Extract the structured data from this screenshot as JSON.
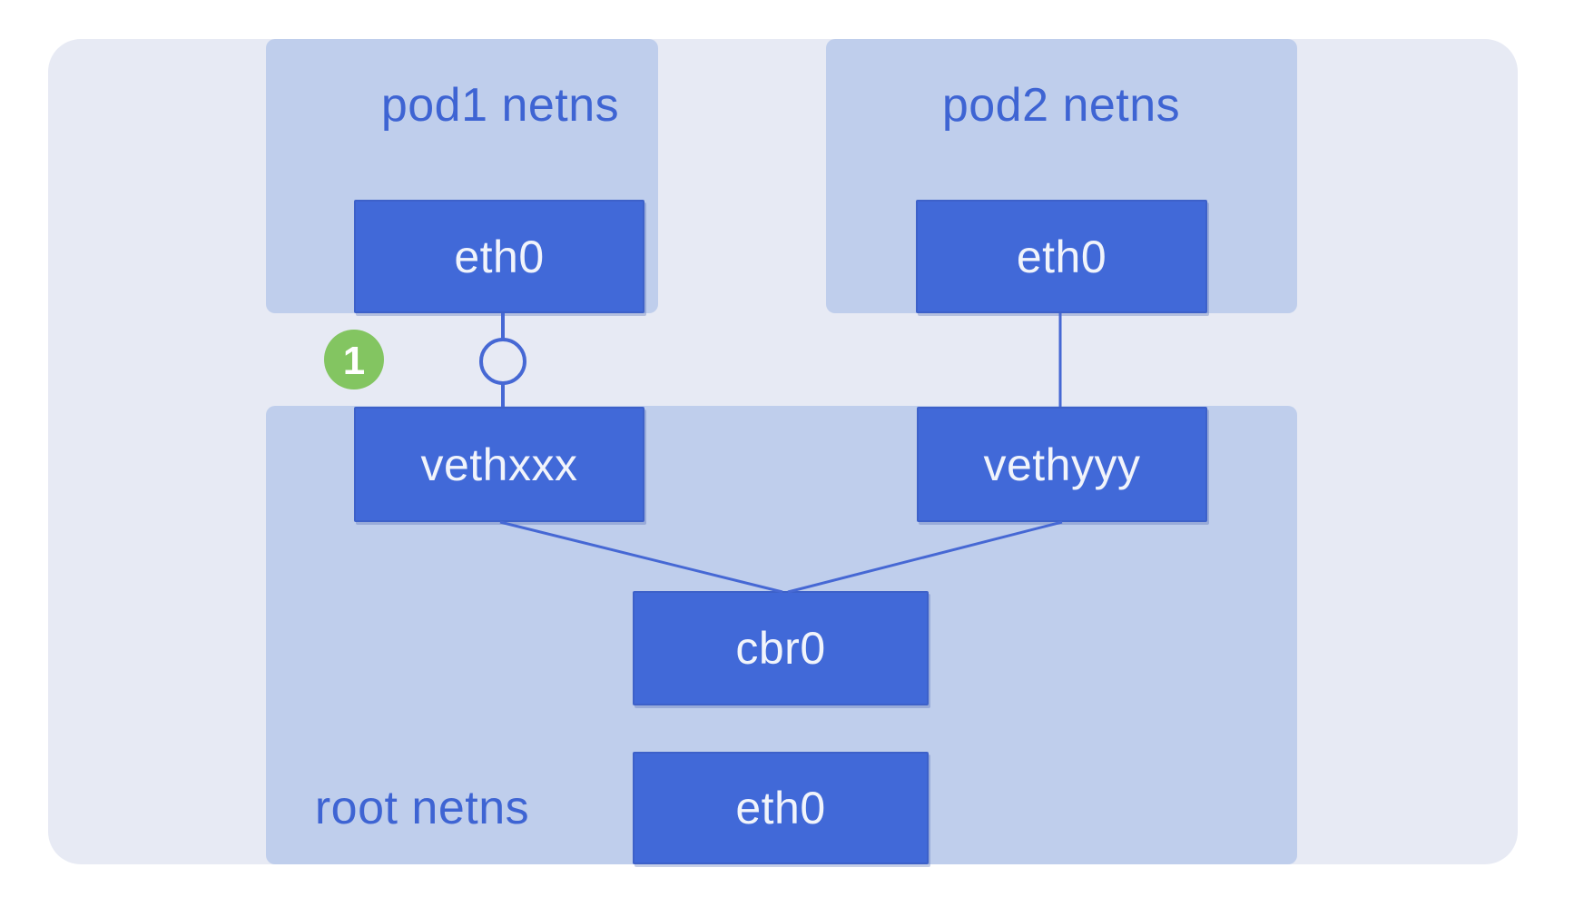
{
  "figure": {
    "kind": "pod-networking-diagram"
  },
  "namespaces": {
    "pod1": {
      "label": "pod1 netns"
    },
    "pod2": {
      "label": "pod2 netns"
    },
    "root": {
      "label": "root netns"
    }
  },
  "interfaces": {
    "pod1_eth0": {
      "label": "eth0"
    },
    "pod2_eth0": {
      "label": "eth0"
    },
    "vethxxx": {
      "label": "vethxxx"
    },
    "vethyyy": {
      "label": "vethyyy"
    },
    "cbr0": {
      "label": "cbr0"
    },
    "root_eth0": {
      "label": "eth0"
    }
  },
  "badge": {
    "label": "1"
  },
  "connections": [
    {
      "from": "pod1_eth0",
      "to": "vethxxx",
      "marker": "veth-pair-circle"
    },
    {
      "from": "pod2_eth0",
      "to": "vethyyy"
    },
    {
      "from": "vethxxx",
      "to": "cbr0"
    },
    {
      "from": "vethyyy",
      "to": "cbr0"
    }
  ],
  "colors": {
    "page_background": "#FFFFFF",
    "canvas_background": "#E7EAF4",
    "namespace_fill": "#BFCEEC",
    "interface_fill": "#4169D8",
    "interface_border": "#3D61C9",
    "interface_text": "#F1F4FB",
    "namespace_label_text": "#3E64D3",
    "connector_line": "#4668D4",
    "badge_fill": "#83C561",
    "badge_text": "#FFFFFF"
  }
}
